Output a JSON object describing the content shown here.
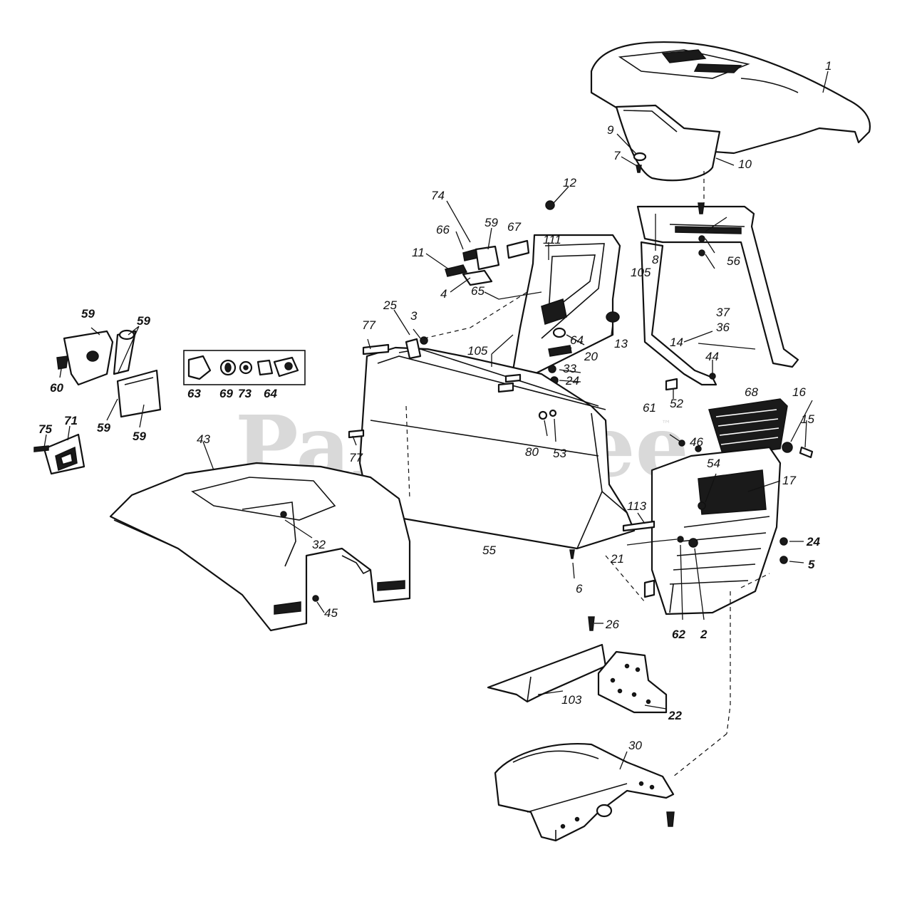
{
  "watermark": {
    "text": "PartsTree",
    "trademark": "™"
  },
  "callouts": {
    "c1": "1",
    "c9": "9",
    "c7": "7",
    "c10": "10",
    "c12": "12",
    "c74": "74",
    "c59a": "59",
    "c67": "67",
    "c66": "66",
    "c111": "111",
    "c11": "11",
    "c4": "4",
    "c8": "8",
    "c105a": "105",
    "c56": "56",
    "c37": "37",
    "c36": "36",
    "c65": "65",
    "c25": "25",
    "c3": "3",
    "c77a": "77",
    "c105b": "105",
    "c64a": "64",
    "c13": "13",
    "c20": "20",
    "c33": "33",
    "c24a": "24",
    "c14": "14",
    "c44": "44",
    "c52": "52",
    "c68": "68",
    "c16": "16",
    "c15": "15",
    "c61": "61",
    "c46": "46",
    "c54": "54",
    "c17": "17",
    "c80": "80",
    "c53": "53",
    "c77b": "77",
    "c113": "113",
    "c21": "21",
    "c24b": "24",
    "c5": "5",
    "c55": "55",
    "c6": "6",
    "c62": "62",
    "c2": "2",
    "c26": "26",
    "c103": "103",
    "c22": "22",
    "c30": "30",
    "c59b": "59",
    "c59c": "59",
    "c60": "60",
    "c59d": "59",
    "c59e": "59",
    "c63": "63",
    "c69": "69",
    "c73": "73",
    "c64b": "64",
    "c75": "75",
    "c71": "71",
    "c43": "43",
    "c32": "32",
    "c45": "45"
  }
}
